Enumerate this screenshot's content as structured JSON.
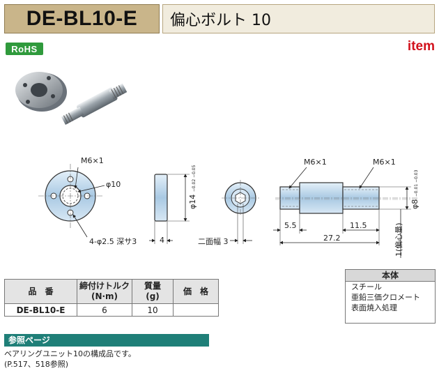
{
  "header": {
    "code": "DE-BL10-E",
    "name": "偏心ボルト 10"
  },
  "badges": {
    "rohs": "RoHS",
    "brand": "item"
  },
  "drawing": {
    "label_m6_front": "M6×1",
    "label_phi10": "φ10",
    "label_holes": "4-φ2.5 深サ3",
    "label_width": "4",
    "label_phi14": "φ14",
    "label_phi14_tol": "−0.02 −0.05",
    "label_flats": "二面幅 3",
    "label_m6_left": "M6×1",
    "label_m6_right": "M6×1",
    "label_len_55": "5.5",
    "label_len_115": "11.5",
    "label_len_272": "27.2",
    "label_phi8": "φ8",
    "label_phi8_tol": "−0.01 −0.03",
    "label_ecc": "1(偏心量)"
  },
  "material": {
    "header": "本体",
    "lines": [
      "スチール",
      "亜鉛三価クロメート",
      "表面焼入処理"
    ]
  },
  "table": {
    "headers": [
      "品　番",
      "締付けトルク\n(N·m)",
      "質量\n(g)",
      "価　格"
    ],
    "rows": [
      {
        "code": "DE-BL10-E",
        "torque": "6",
        "mass": "10",
        "price": ""
      }
    ]
  },
  "reference": {
    "title": "参照ページ",
    "line1": "ベアリングユニット10の構成品です。",
    "line2": "(P.517、518参照)"
  }
}
